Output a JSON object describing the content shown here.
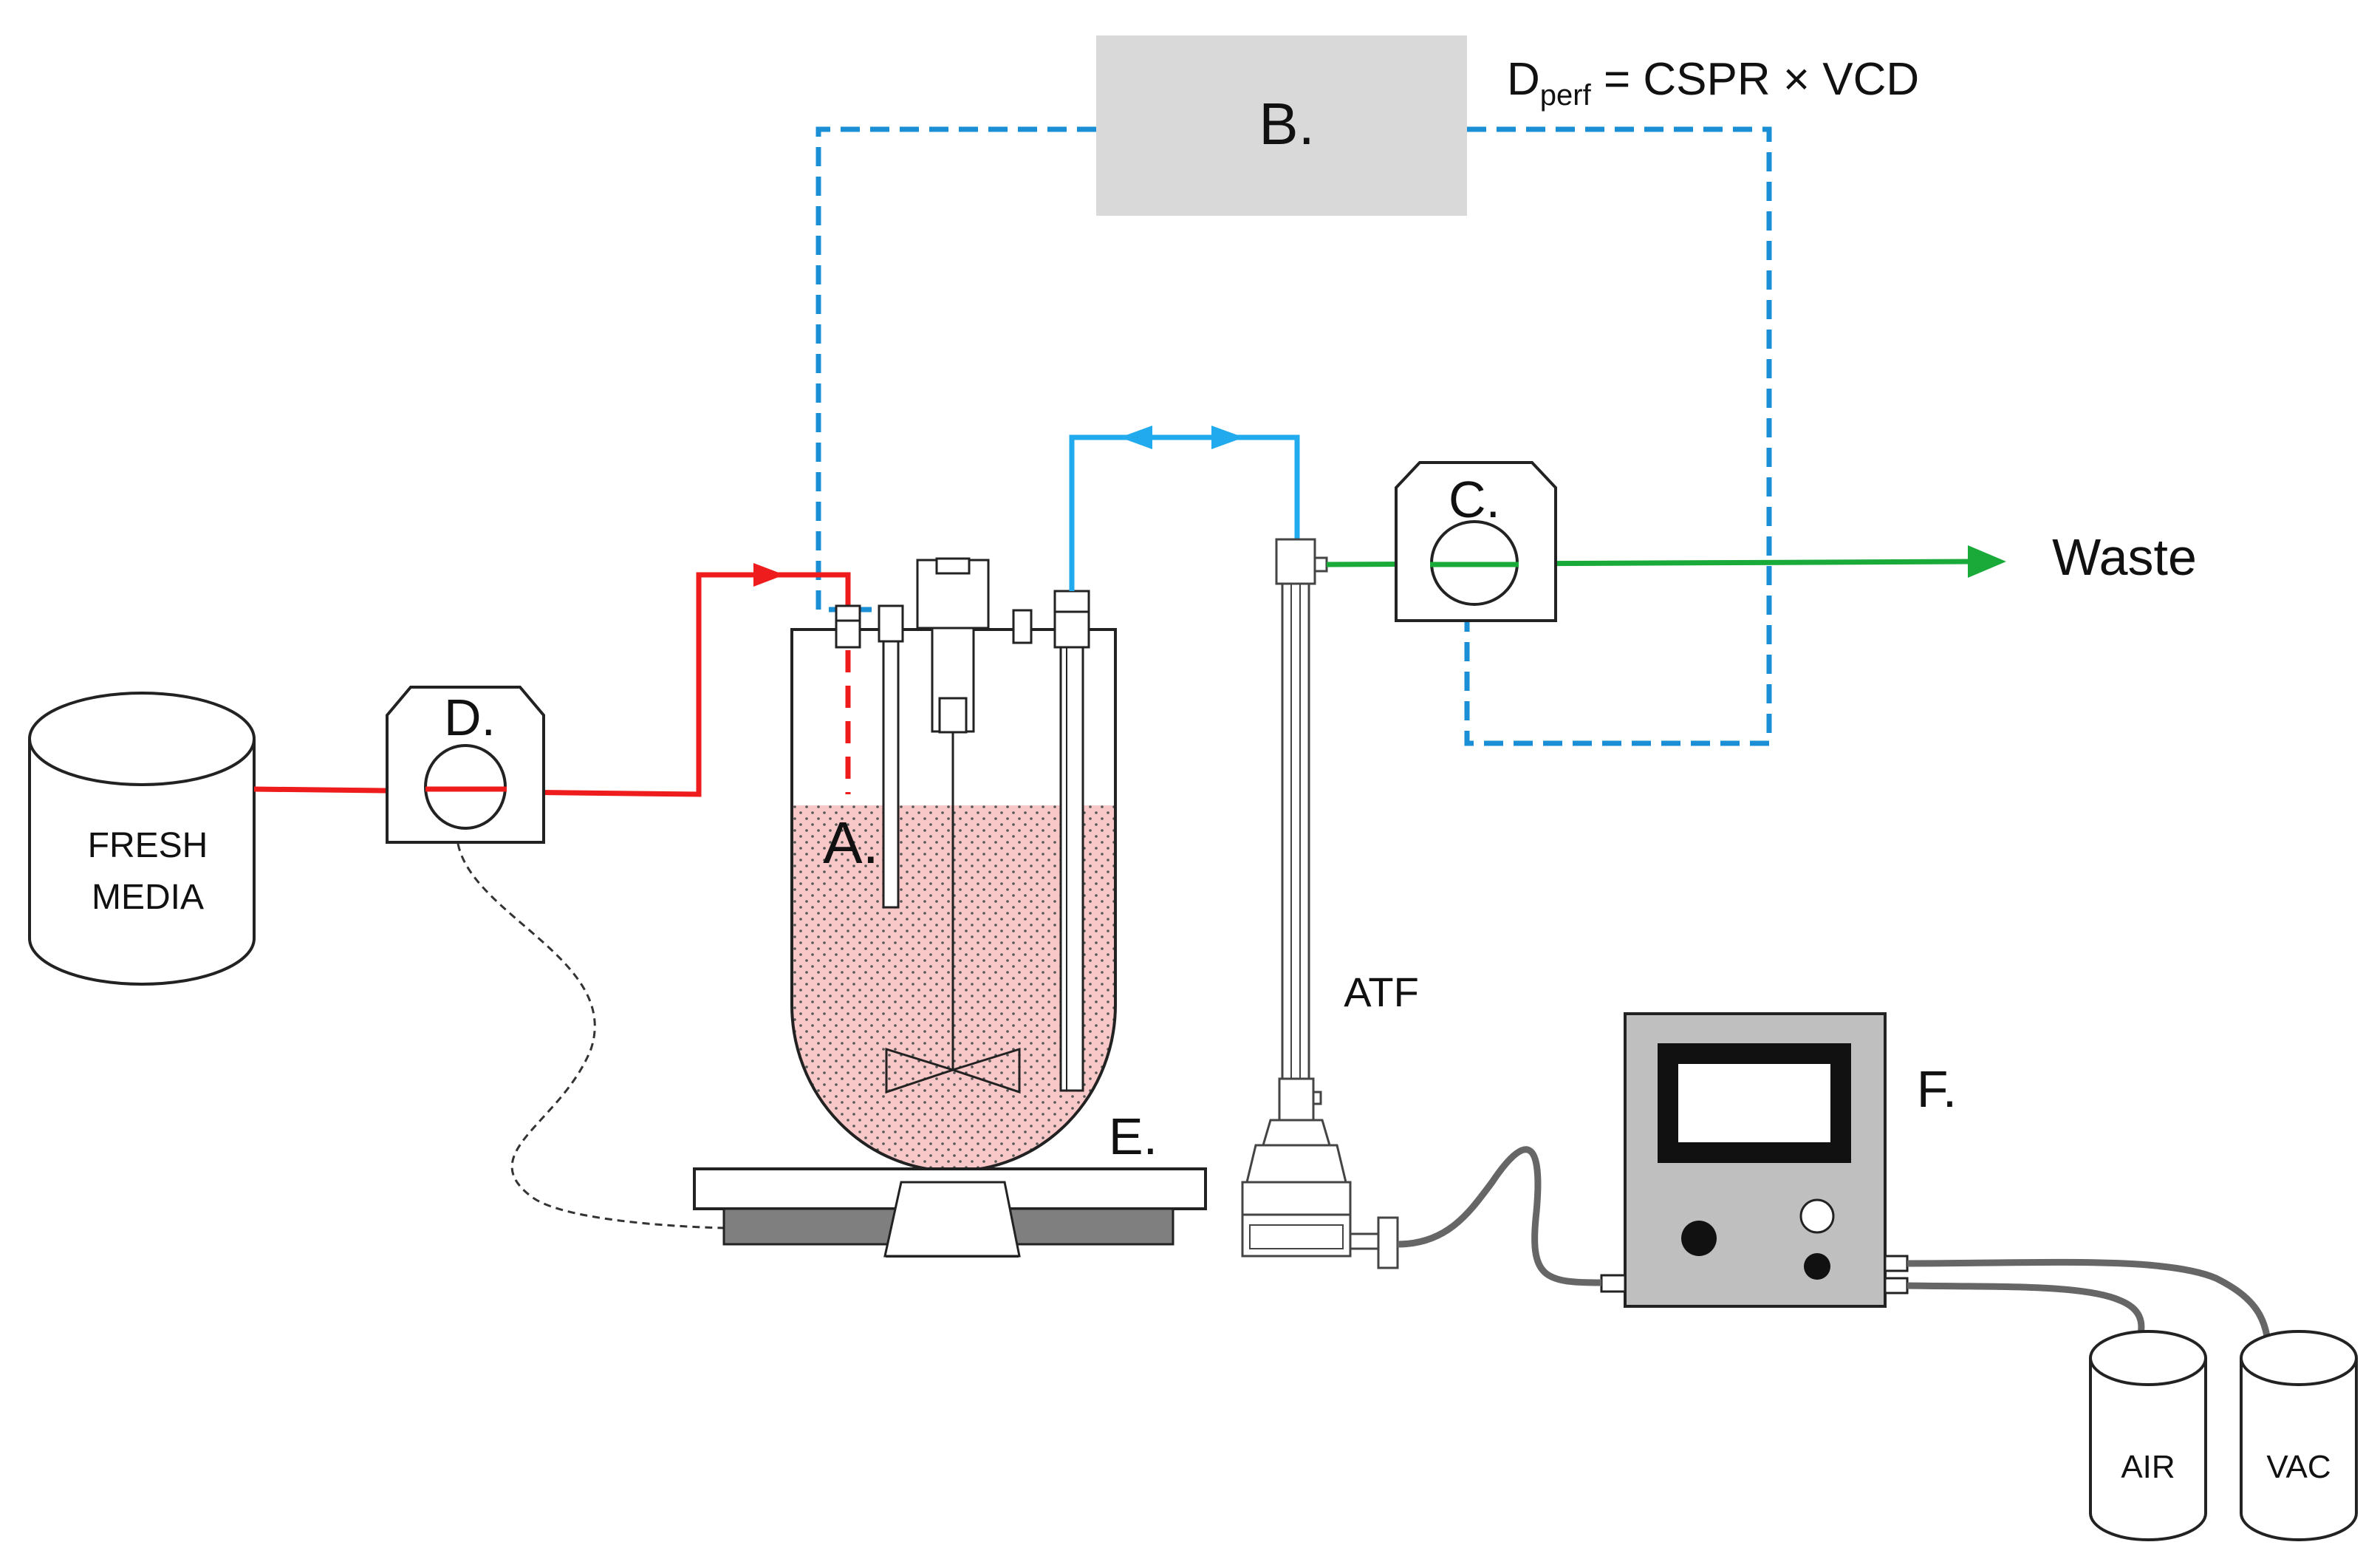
{
  "labels": {
    "bioreactor": "A.",
    "controller": "B.",
    "bleed_pump": "C.",
    "feed_pump": "D.",
    "scale": "E.",
    "atf_controller": "F.",
    "atf": "ATF",
    "waste": "Waste",
    "fresh_media_line1": "FRESH",
    "fresh_media_line2": "MEDIA",
    "air": "AIR",
    "vac": "VAC"
  },
  "formula": {
    "lhs_main": "D",
    "lhs_sub": "perf",
    "rhs": " = CSPR × VCD"
  },
  "colors": {
    "feed_line": "#ee1c1c",
    "control_line": "#1b8fd6",
    "atf_line": "#22aaee",
    "waste_line": "#1aaa3a",
    "culture": "#f8c8c8",
    "controller_box": "#d9d9d9",
    "atf_controller_box": "#bfbfbf",
    "scale_base": "#7f7f7f",
    "air_hose": "#666666"
  }
}
